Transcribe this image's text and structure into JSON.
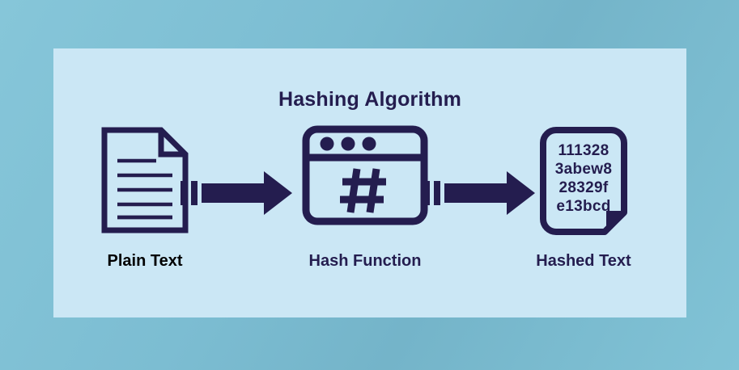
{
  "diagram": {
    "title": "Hashing Algorithm",
    "type": "process-flow",
    "background_color": "#7cbdd2",
    "panel_color": "#cbe7f5",
    "ink_color": "#241d4f",
    "stages": [
      {
        "id": "plain-text",
        "label": "Plain Text",
        "label_color": "#000000",
        "icon": "document-lined-icon"
      },
      {
        "id": "hash-function",
        "label": "Hash Function",
        "label_color": "#241d4f",
        "icon": "browser-window-hash-icon",
        "symbol": "#"
      },
      {
        "id": "hashed-text",
        "label": "Hashed Text",
        "label_color": "#241d4f",
        "icon": "document-hash-output-icon",
        "hash_lines": [
          "111328",
          "3abew8",
          "28329f",
          "e13bcd"
        ]
      }
    ],
    "connectors": [
      {
        "id": "arrow-one",
        "from": "plain-text",
        "to": "hash-function",
        "icon": "arrow-right-icon"
      },
      {
        "id": "arrow-two",
        "from": "hash-function",
        "to": "hashed-text",
        "icon": "arrow-right-icon"
      }
    ]
  }
}
